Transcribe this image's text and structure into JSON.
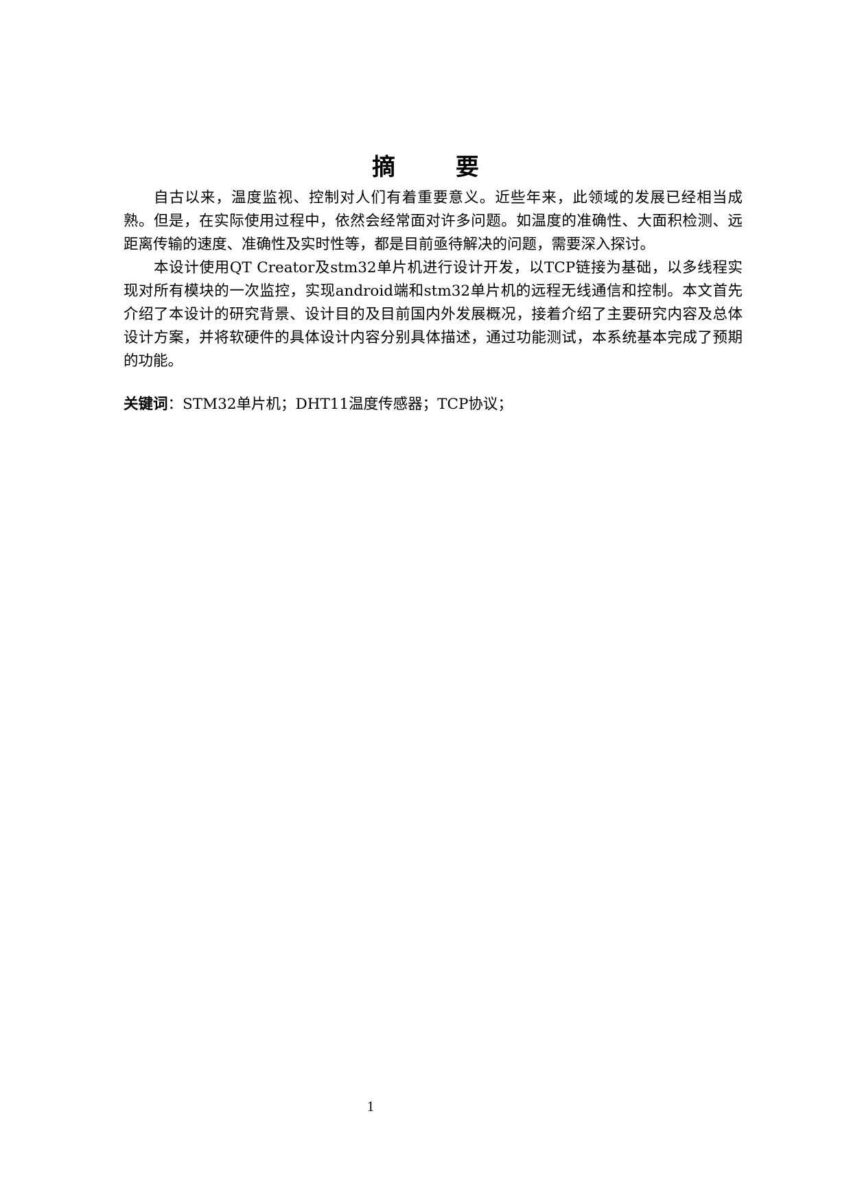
{
  "title": "摘  要",
  "paragraphs": [
    "自古以来，温度监视、控制对人们有着重要意义。近些年来，此领域的发展已经相当成熟。但是，在实际使用过程中，依然会经常面对许多问题。如温度的准确性、大面积检测、远距离传输的速度、准确性及实时性等，都是目前亟待解决的问题，需要深入探讨。",
    "本设计使用QT Creator及stm32单片机进行设计开发，以TCP链接为基础，以多线程实现对所有模块的一次监控，实现android端和stm32单片机的远程无线通信和控制。本文首先介绍了本设计的研究背景、设计目的及目前国内外发展概况，接着介绍了主要研究内容及总体设计方案，并将软硬件的具体设计内容分别具体描述，通过功能测试，本系统基本完成了预期的功能。"
  ],
  "keywords": {
    "label": "关键词",
    "separator": "：",
    "text": "STM32单片机；DHT11温度传感器；TCP协议；"
  },
  "page_number": "1"
}
